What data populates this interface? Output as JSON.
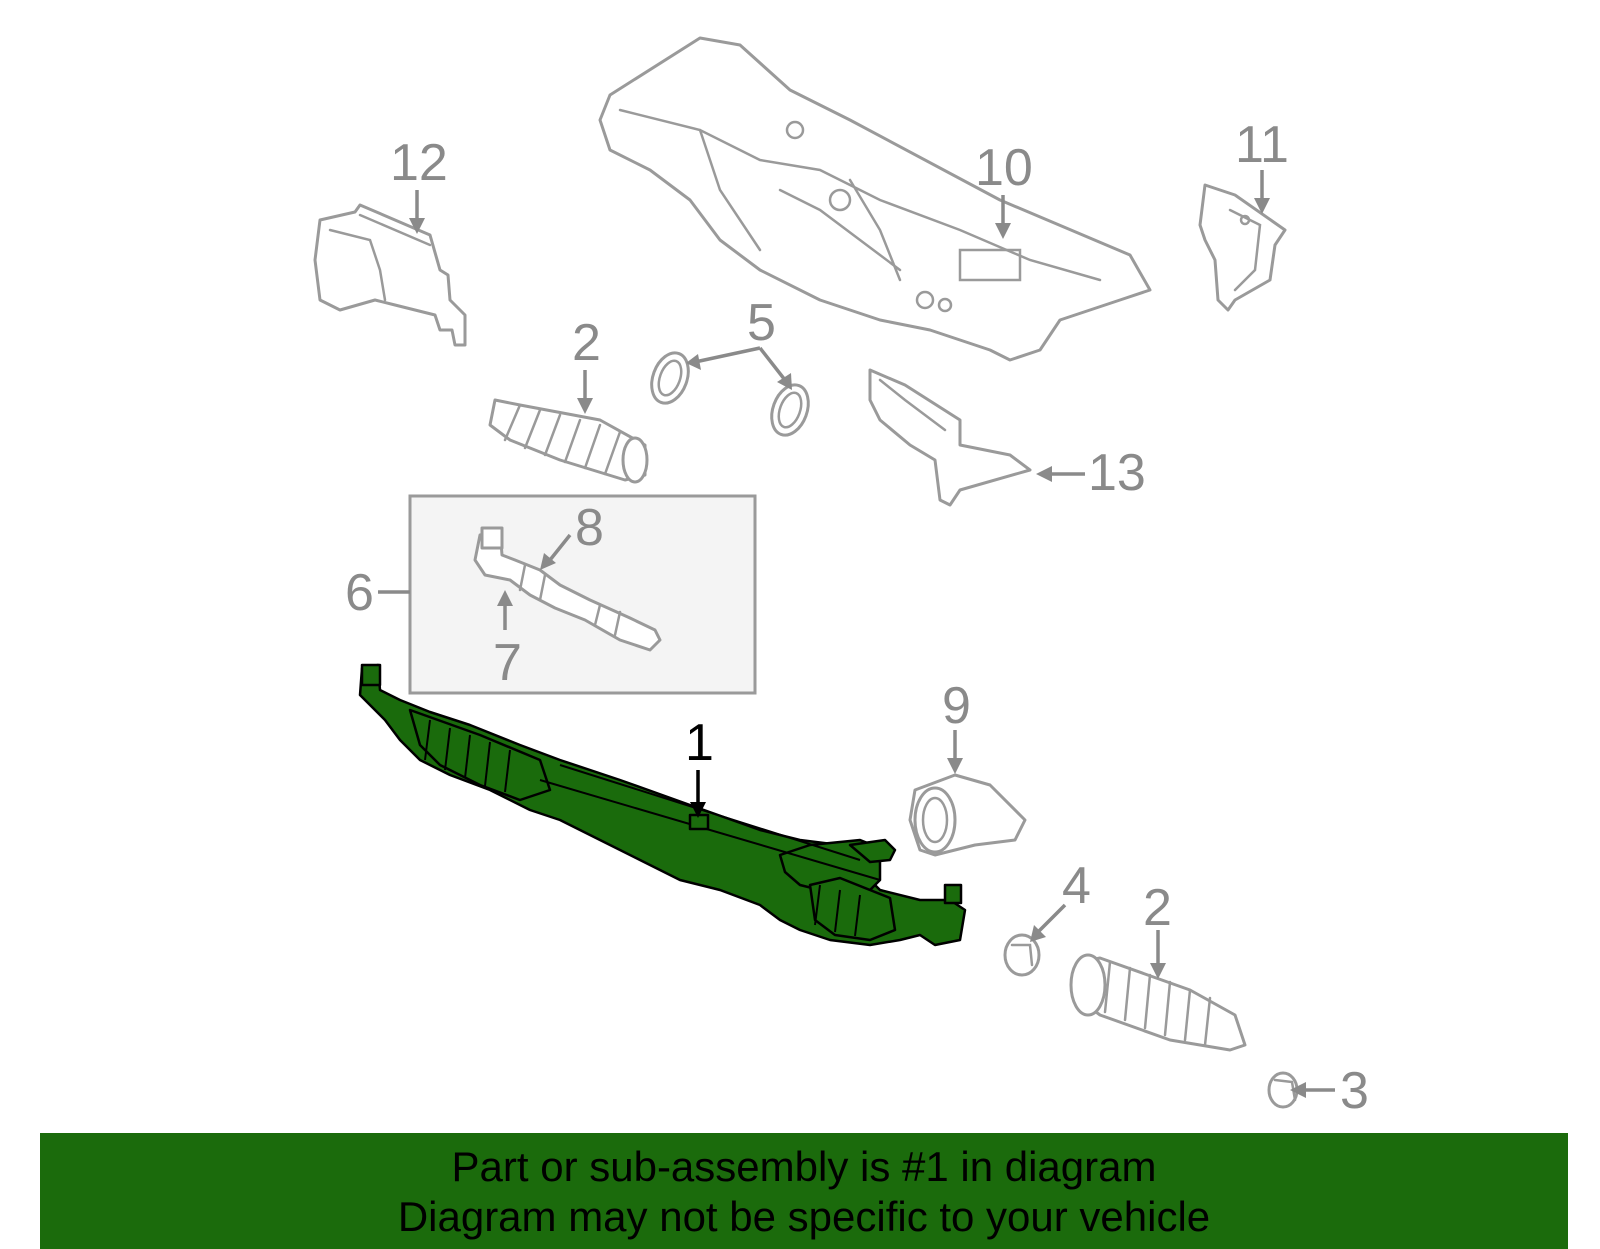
{
  "diagram": {
    "callouts": {
      "c1": "1",
      "c2a": "2",
      "c2b": "2",
      "c3": "3",
      "c4": "4",
      "c5": "5",
      "c6": "6",
      "c7": "7",
      "c8": "8",
      "c9": "9",
      "c10": "10",
      "c11": "11",
      "c12": "12",
      "c13": "13"
    },
    "highlighted_part": "1",
    "colors": {
      "highlight_fill": "#1a6b0c",
      "outline": "#9a9a9a",
      "callout_text": "#8a8a8a",
      "inset_background": "#f4f4f4"
    }
  },
  "banner": {
    "line1": "Part or sub-assembly is #1 in diagram",
    "line2": "Diagram may not be specific to your vehicle",
    "background": "#1b6b0c"
  }
}
